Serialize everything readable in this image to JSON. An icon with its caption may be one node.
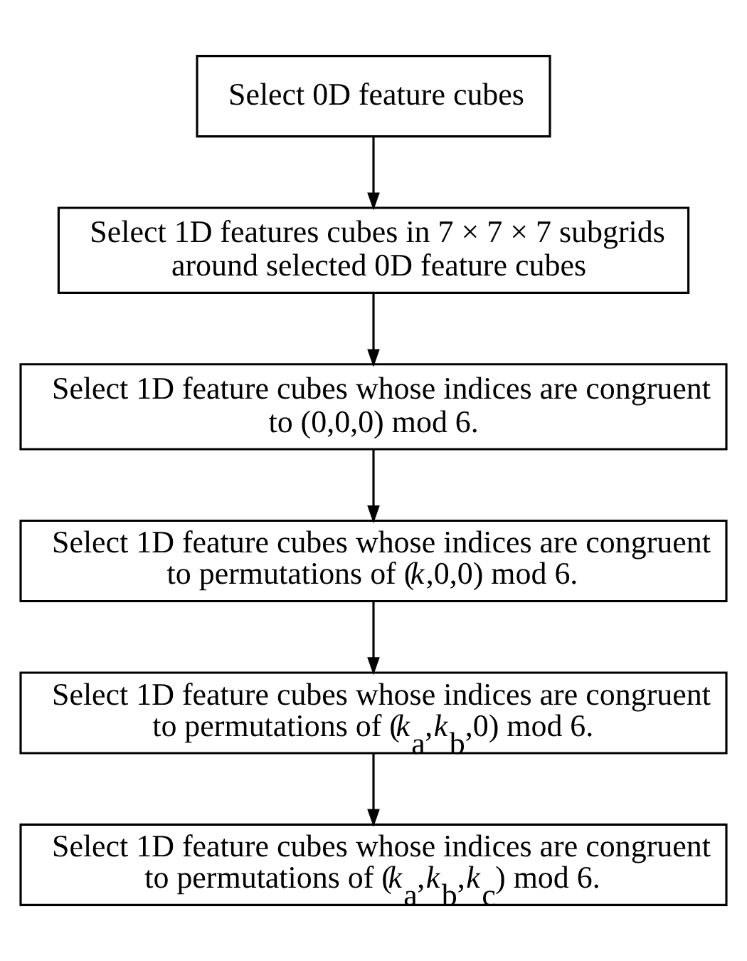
{
  "diagram": {
    "nodes": [
      {
        "text": [
          "Select 0D feature cubes"
        ]
      },
      {
        "text": [
          "Select 1D features cubes in 7 × 7 × 7 subgrids around selected 0D feature cubes"
        ]
      },
      {
        "text": [
          "Select 1D feature cubes whose indices are congruent to (0,0,0) mod 6."
        ]
      },
      {
        "text": [
          "Select 1D feature cubes whose indices are congruent to permutations of (*k*,0,0) mod 6."
        ]
      },
      {
        "text": [
          "Select 1D feature cubes whose indices are congruent to permutations of (*k*$_{a}$,*k*$_{b}$,0) mod 6."
        ]
      },
      {
        "text": [
          "Select 1D feature cubes whose indices are congruent to permutations of (*k*$_{a}$,*k*$_{b}$,*k*$_{c}$) mod 6."
        ]
      }
    ],
    "edges": [
      {
        "from": 0,
        "to": 1,
        "arrow": "to"
      },
      {
        "from": 1,
        "to": 2,
        "arrow": "to"
      },
      {
        "from": 2,
        "to": 3,
        "arrow": "to"
      },
      {
        "from": 3,
        "to": 4,
        "arrow": "to"
      },
      {
        "from": 4,
        "to": 5,
        "arrow": "to"
      }
    ]
  }
}
